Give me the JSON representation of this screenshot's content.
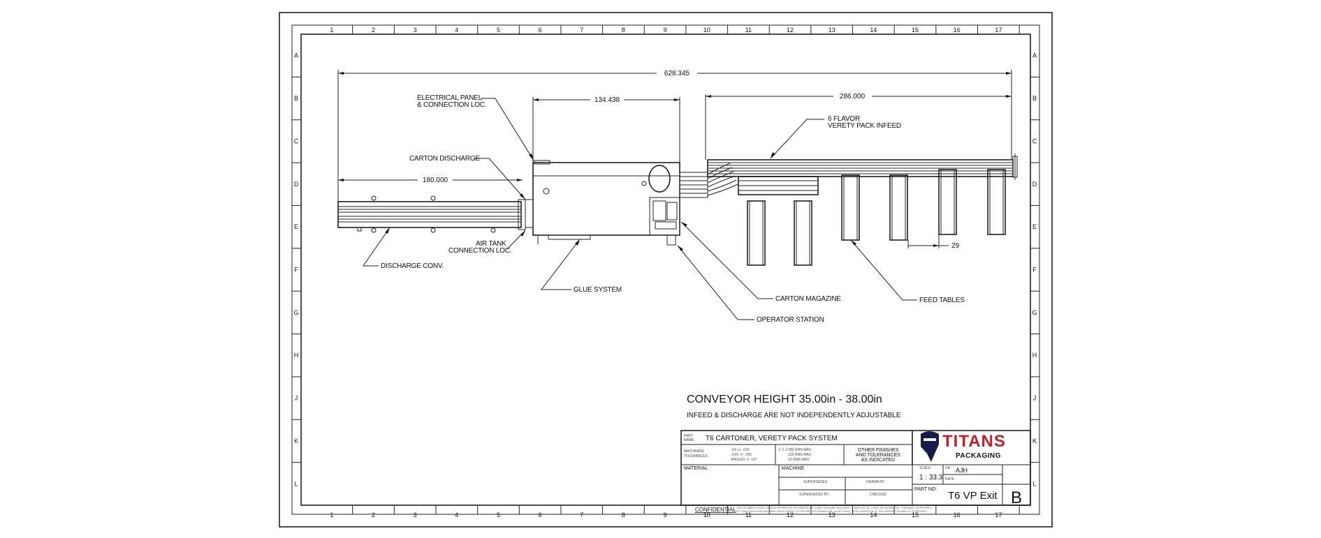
{
  "border": {
    "columns": [
      "1",
      "2",
      "3",
      "4",
      "5",
      "6",
      "7",
      "8",
      "9",
      "10",
      "11",
      "12",
      "13",
      "14",
      "15",
      "16",
      "17"
    ],
    "rows": [
      "A",
      "B",
      "C",
      "D",
      "E",
      "F",
      "G",
      "H",
      "J",
      "K",
      "L"
    ]
  },
  "dimensions": {
    "overall": "628.345",
    "machine": "134.438",
    "infeed": "286.000",
    "discharge": "180.000",
    "table_pitch": "29"
  },
  "callouts": {
    "electrical_panel_1": "ELECTRICAL PANEL",
    "electrical_panel_2": "& CONNECTION LOC.",
    "flavor_infeed_1": "6 FLAVOR",
    "flavor_infeed_2": "VERETY PACK INFEED",
    "carton_discharge": "CARTON DISCHARGE",
    "air_tank_1": "AIR TANK",
    "air_tank_2": "CONNECTION LOC.",
    "discharge_conv": "DISCHARGE CONV.",
    "glue_system": "GLUE SYSTEM",
    "carton_magazine": "CARTON MAGAZINE",
    "operator_station": "OPERATOR STATION",
    "feed_tables": "FEED TABLES"
  },
  "notes": {
    "conveyor_height": "CONVEYOR HEIGHT 35.00in - 38.00in",
    "infeed_note": "INFEED & DISCHARGE ARE NOT INDEPENDENTLY ADJUSTABLE"
  },
  "title_block": {
    "part_name_label_1": "PART",
    "part_name_label_2": "NAME",
    "part_name": "T6 CARTONER, VERETY PACK SYSTEM",
    "machining_tol_1": "MACHINING",
    "machining_tol_2": "TOLERANCES",
    "tol_1": ".XX  +/- .010",
    ".tol_2_placeholder": "",
    "tol_2": ".XXX +/- .005",
    "tol_3": "ANGLES +/- 1/2°",
    "finish_1": "250 RMS MAX.",
    "finish_2": "125 RMS MAX.",
    "finish_3": "63 RMS MAX.",
    "other_finishes_1": "OTHER FINISHES",
    "other_finishes_2": "AND TOLERANCES",
    "other_finishes_3": "AS INDICATED",
    "material_label": "MATERIAL",
    "machine_label": "MACHINE",
    "supersedes": "SUPERSEDES",
    "drawn_by": "DRAWN BY",
    "superseded_by": "SUPERSEDED BY",
    "checked": "CHECKED",
    "scale_label": "SCALE",
    "scale": "1 : 33.3",
    "drawn_label": "DR.",
    "drawn": "AJH",
    "date_label": "DATE",
    "part_no_label": "PART NO.",
    "part_no": "T6 VP Exit",
    "revision": "B",
    "confidential_label": "CONFIDENTIAL",
    "confidential_text_1": "THIS DOCUMENT IS AND CONTAINS PROPRIETARY INFORMATION OF TITANS PACKAGING MACHINERY. IT MUST NOT BE COPIED OR DISTRIBUTED. IT REMAINS THE PROPERTY",
    "confidential_text_2": "OF TITANS PACKAGING MACHINERY AND IS SUBJECT TO RETURN UPON DEMAND AND, IN ANY EVENT, UPON COMPLETION OF THE PURPOSE FOR WHICH IT IS PROVIDED."
  },
  "logo": {
    "name": "TITANS",
    "sub": "PACKAGING",
    "color": "#c0202a"
  }
}
